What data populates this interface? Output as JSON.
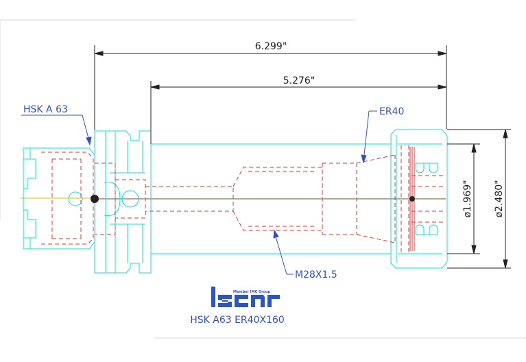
{
  "colors": {
    "background": "#ffffff",
    "outline": "#00e5e5",
    "hidden": "#e63232",
    "dimension": "#222222",
    "annotation": "#3050c8",
    "axis": "#d8c000",
    "axis_dark": "#6a5a00",
    "logo": "#2a55c8"
  },
  "dimensions": {
    "overall_length": "6.299\"",
    "shank_length": "5.276\"",
    "bore_diameter": "ø1.969\"",
    "outer_diameter": "ø2.480\""
  },
  "callouts": {
    "shank_type": "HSK A 63",
    "collet": "ER40",
    "thread": "M28X1.5"
  },
  "logo": {
    "tagline": "Member IMC Group",
    "brand": "iscar"
  },
  "caption": "HSK A63 ER40X160"
}
